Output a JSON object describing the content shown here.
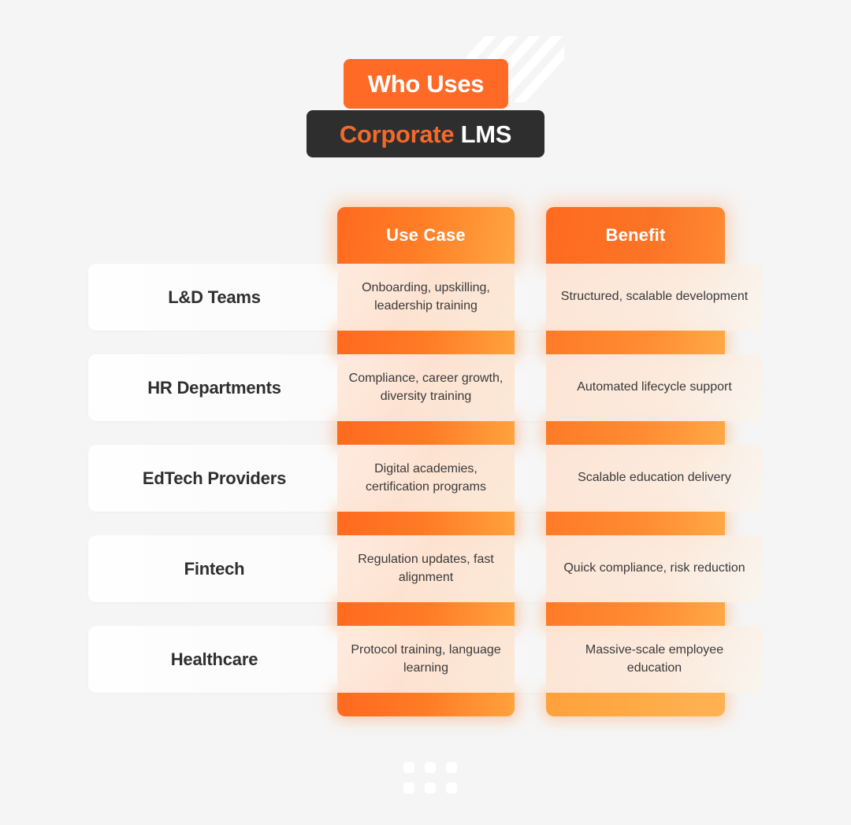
{
  "page": {
    "background_color": "#f5f5f5"
  },
  "title": {
    "line1": "Who Uses",
    "line2_accent": "Corporate",
    "line2_plain": " LMS",
    "badge_orange_color": "#ff6a26",
    "badge_dark_color": "#2e2e2e",
    "accent_color": "#f2692c"
  },
  "decor": {
    "stripes_icon": "diagonal-stripes",
    "dots_icon": "dot-grid",
    "dot_count": 6
  },
  "table": {
    "columns": [
      {
        "label": "Use Case"
      },
      {
        "label": "Benefit"
      }
    ],
    "rows": [
      {
        "label": "L&D Teams",
        "use_case": "Onboarding, upskilling, leadership training",
        "benefit": "Structured, scalable development"
      },
      {
        "label": "HR Departments",
        "use_case": "Compliance, career growth, diversity training",
        "benefit": "Automated lifecycle support"
      },
      {
        "label": "EdTech Providers",
        "use_case": "Digital academies, certification programs",
        "benefit": "Scalable education delivery"
      },
      {
        "label": "Fintech",
        "use_case": "Regulation updates, fast alignment",
        "benefit": "Quick compliance, risk reduction"
      },
      {
        "label": "Healthcare",
        "use_case": "Protocol training, language learning",
        "benefit": "Massive-scale employee education"
      }
    ]
  },
  "colors": {
    "orange_primary": "#ff6a20",
    "orange_light": "#ffa541",
    "peach_cell": "#fde2d1",
    "text_dark": "#2f2f2f",
    "text_body": "#3a3a3a"
  }
}
